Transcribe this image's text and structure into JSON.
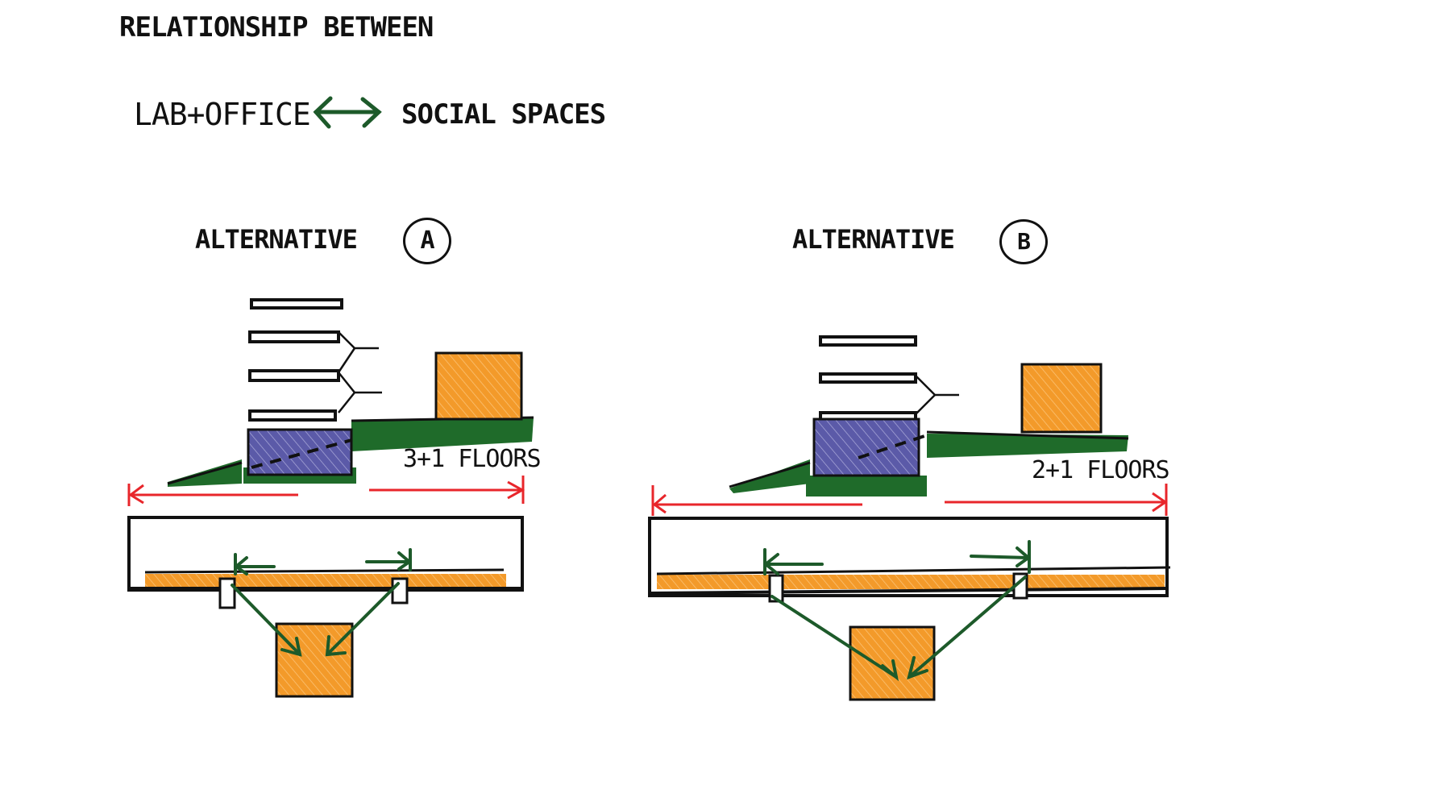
{
  "header": {
    "title": "RELATIONSHIP BETWEEN",
    "left_term": "LAB+OFFICE",
    "right_term": "SOCIAL SPACES",
    "relation_arrow": "double-headed-arrow"
  },
  "alternatives": [
    {
      "label": "ALTERNATIVE",
      "badge": "A",
      "floors_label": "3+1 FLOORS",
      "floor_slabs": 4,
      "plan_connectors": 2
    },
    {
      "label": "ALTERNATIVE",
      "badge": "B",
      "floors_label": "2+1 FLOORS",
      "floor_slabs": 3,
      "plan_connectors": 2
    }
  ],
  "legend_colors": {
    "lab_office": "#5b5aa8",
    "social_space": "#f39a2a",
    "ground_landscape": "#1f6b2a",
    "relation_arrow": "#1d5a2a",
    "dimension_line": "#e8262b",
    "ink": "#111111"
  }
}
